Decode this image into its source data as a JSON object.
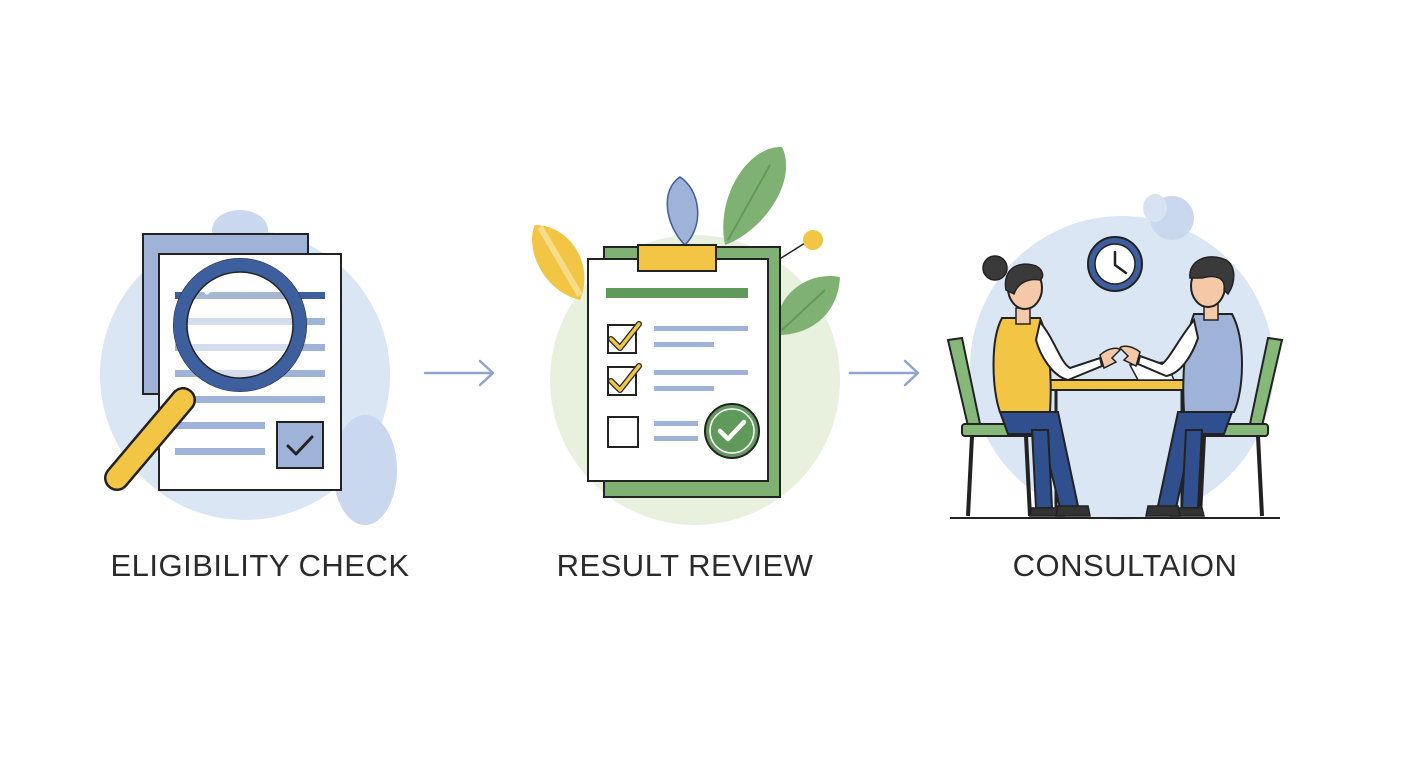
{
  "steps": [
    {
      "label": "ELIGIBILITY CHECK",
      "icon": "document-magnifier-icon"
    },
    {
      "label": "RESULT REVIEW",
      "icon": "checklist-clipboard-icon"
    },
    {
      "label": "CONSULTAION",
      "icon": "consultation-meeting-icon"
    }
  ],
  "connectors": [
    "arrow-right-icon",
    "arrow-right-icon"
  ],
  "colors": {
    "blue_dark": "#3d5f9e",
    "blue_light": "#dbe6f4",
    "blue_mid": "#9fb3d9",
    "green_dark": "#5f9a5a",
    "green_light": "#e7f1de",
    "yellow": "#f2c544",
    "navy_pants": "#2f4f8f",
    "outline": "#222222",
    "text": "#2b2b2b"
  }
}
